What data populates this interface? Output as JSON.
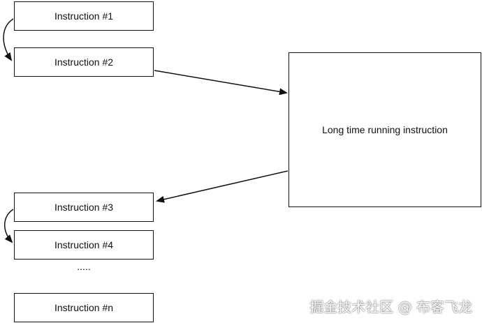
{
  "nodes": {
    "instruction_1": "Instruction #1",
    "instruction_2": "Instruction #2",
    "long_running": "Long time running instruction",
    "instruction_3": "Instruction #3",
    "instruction_4": "Instruction #4",
    "ellipsis": ".....",
    "instruction_n": "Instruction #n"
  },
  "watermark": "掘金技术社区 @ 布客飞龙",
  "colors": {
    "stroke": "#111111",
    "background": "#ffffff"
  }
}
